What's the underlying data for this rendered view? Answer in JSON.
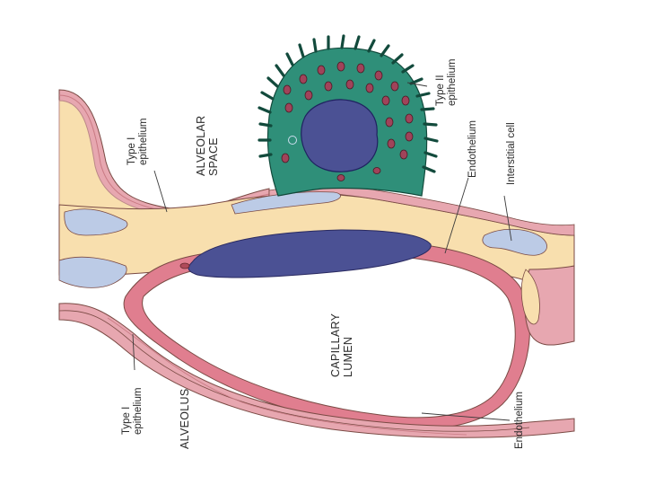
{
  "labels": {
    "type1_top_line1": "Type I",
    "type1_top_line2": "epithelium",
    "alveolar_space_line1": "ALVEOLAR",
    "alveolar_space_line2": "SPACE",
    "type2_line1": "Type II",
    "type2_line2": "epithelium",
    "endothelium_top": "Endothelium",
    "interstitial_cell": "Interstitial cell",
    "capillary_lumen_line1": "CAPILLARY",
    "capillary_lumen_line2": "LUMEN",
    "type1_bottom_line1": "Type I",
    "type1_bottom_line2": "epithelium",
    "alveolus": "ALVEOLUS",
    "endothelium_bottom": "Endothelium"
  },
  "colors": {
    "epithelium_pink": "#e7a7b0",
    "interstitium_cream": "#f8dfae",
    "interstitial_blue": "#bccbe6",
    "nucleus_purple": "#4b5194",
    "type2_green": "#2f8f79",
    "endothelium_pink": "#e07e8f",
    "outline": "#7a4a44"
  }
}
